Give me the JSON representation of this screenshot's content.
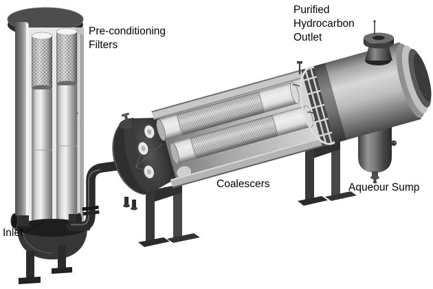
{
  "figure": {
    "labels": {
      "preconditioning_filters": "Pre-conditioning\nFilters",
      "purified_hydrocarbon_outlet": "Purified\nHydrocarbon\nOutlet",
      "coalescers": "Coalescers",
      "aqueous_sump": "Aqueour Sump",
      "inlet": "Inlet"
    },
    "colors": {
      "background": "#ffffff",
      "label_text": "#000000",
      "metal_dark": "#2f2f2f",
      "metal_mid": "#8a8a8a",
      "metal_light": "#e8e8e8"
    }
  }
}
